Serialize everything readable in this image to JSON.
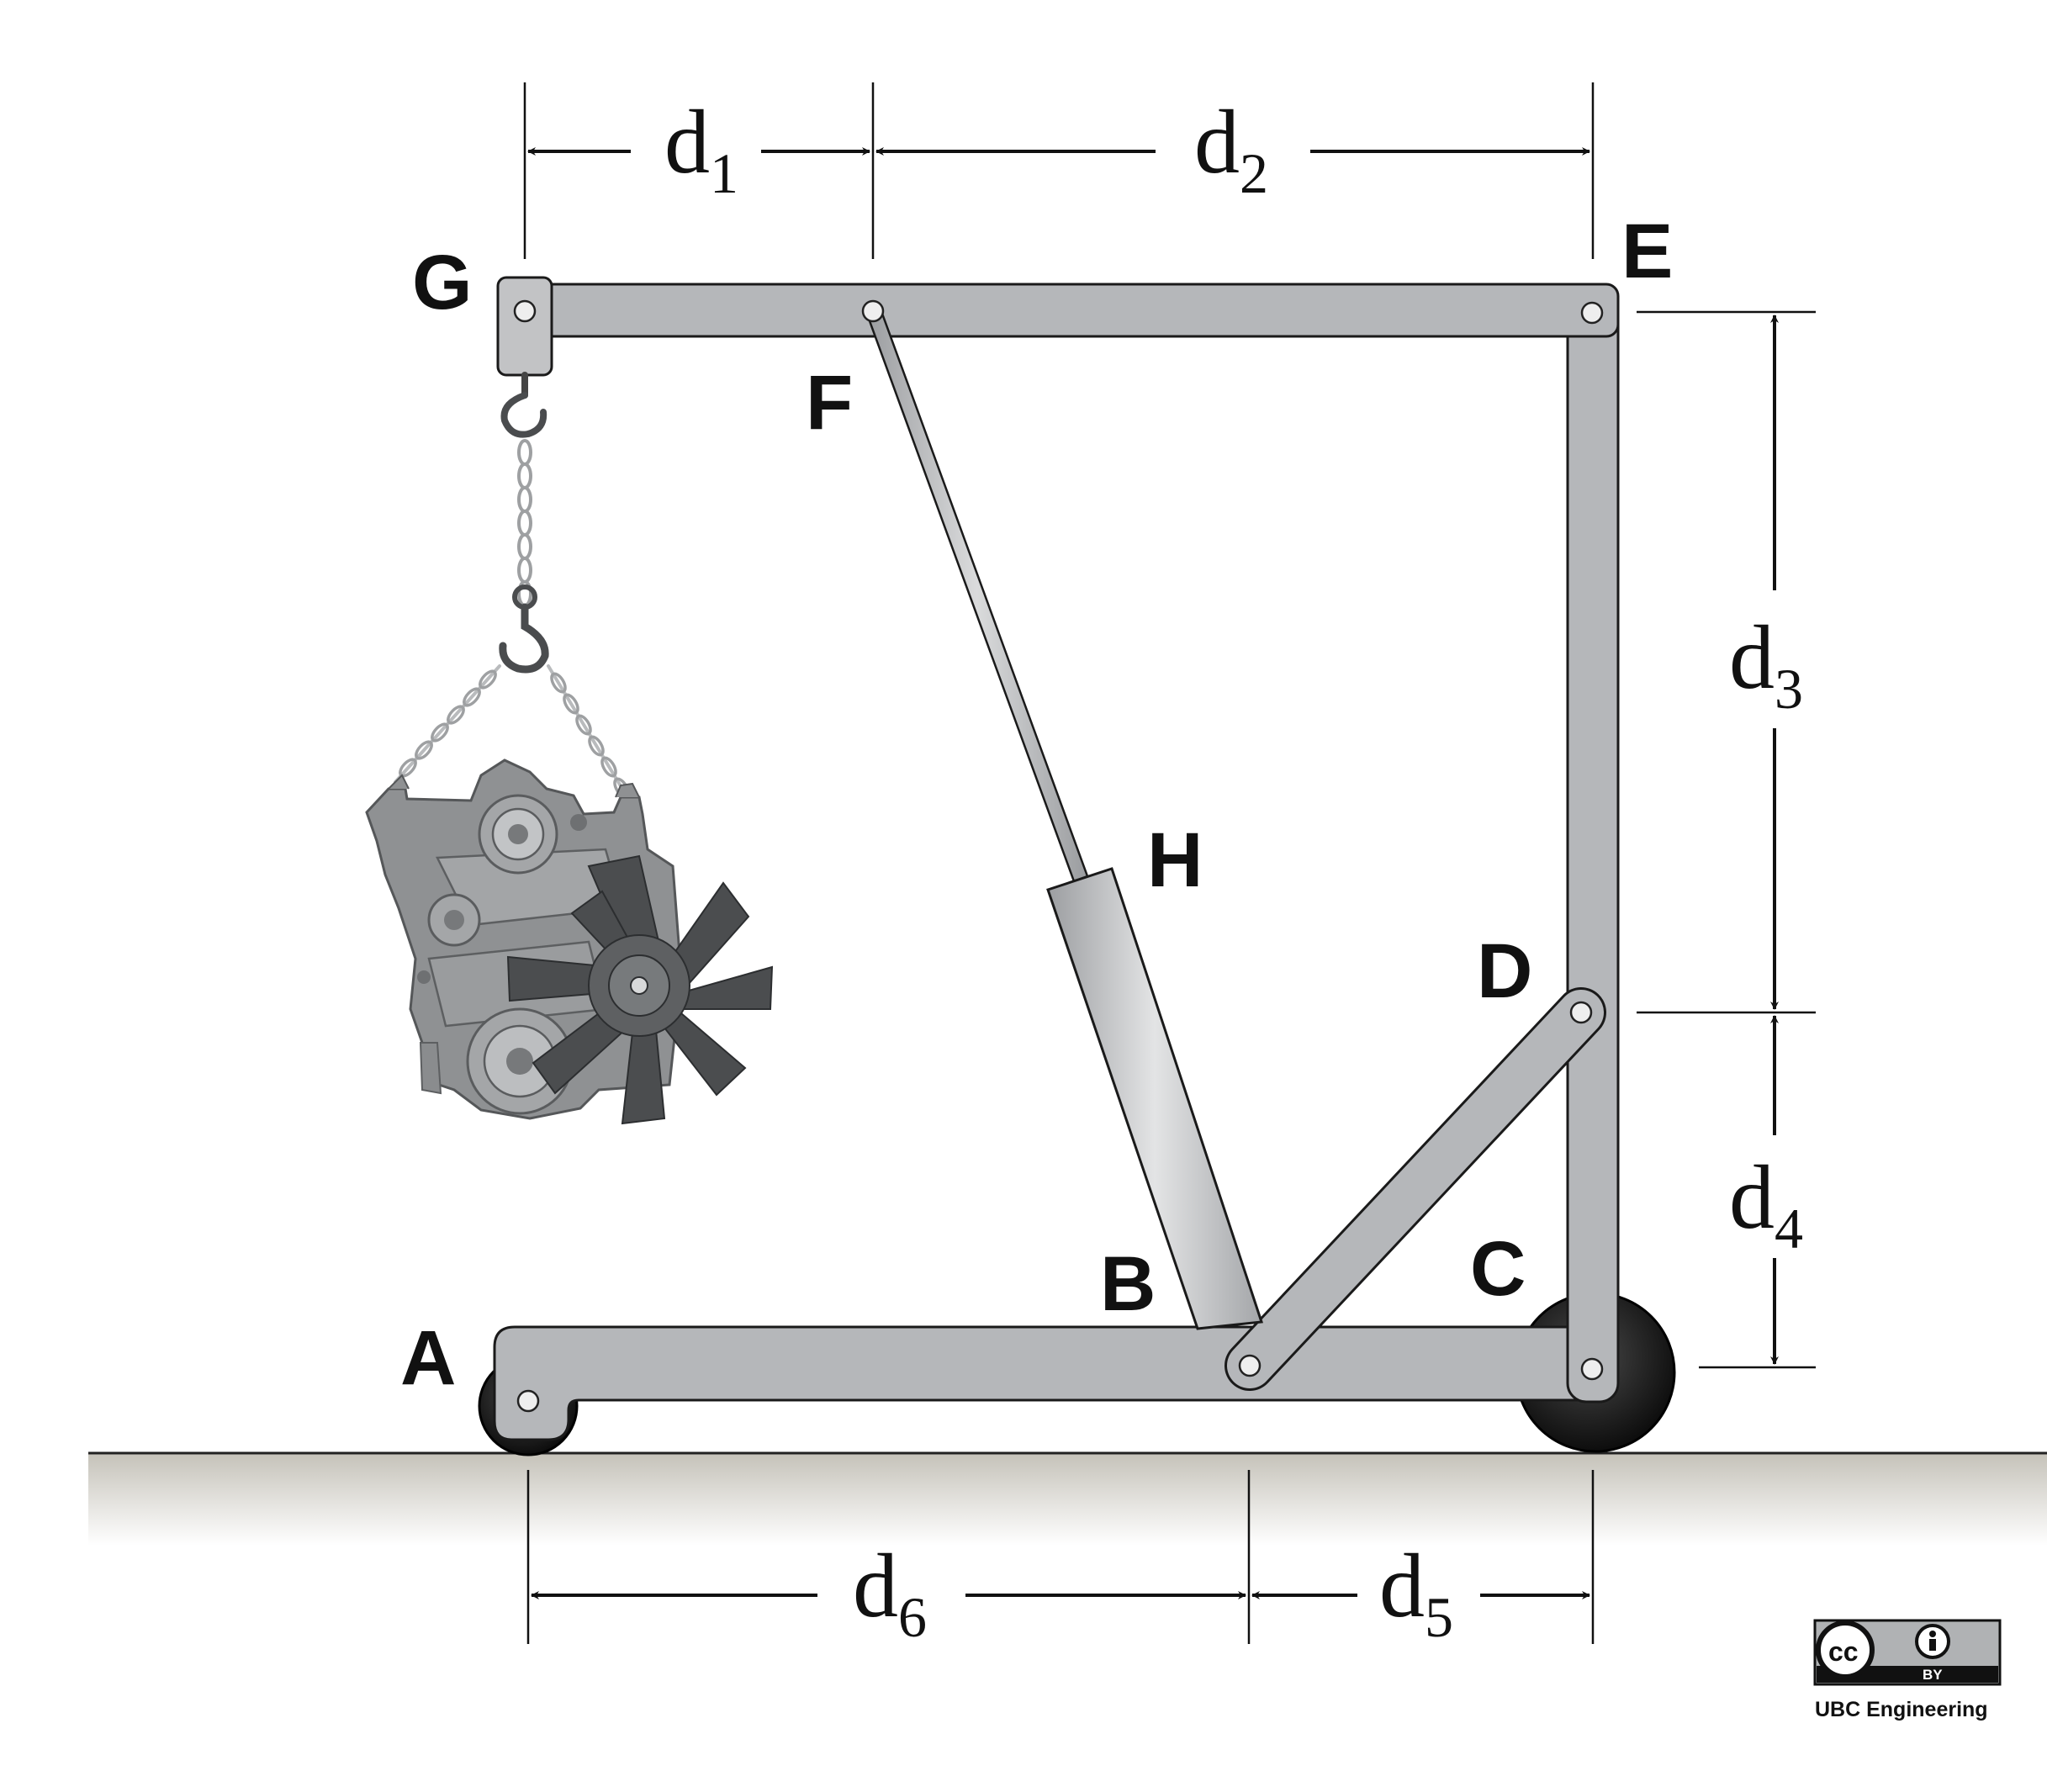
{
  "points": {
    "A": "A",
    "B": "B",
    "C": "C",
    "D": "D",
    "E": "E",
    "F": "F",
    "G": "G",
    "H": "H"
  },
  "dimensions": {
    "d1": {
      "base": "d",
      "sub": "1"
    },
    "d2": {
      "base": "d",
      "sub": "2"
    },
    "d3": {
      "base": "d",
      "sub": "3"
    },
    "d4": {
      "base": "d",
      "sub": "4"
    },
    "d5": {
      "base": "d",
      "sub": "5"
    },
    "d6": {
      "base": "d",
      "sub": "6"
    }
  },
  "license": {
    "cc": "cc",
    "by": "BY",
    "credit": "UBC Engineering"
  },
  "colors": {
    "frame": "#b5b7ba",
    "outline": "#1a1a1a",
    "engine": "#8f9193",
    "fan": "#4b4d4f",
    "chain": "#c6c8c9",
    "wheel": "#161616"
  }
}
